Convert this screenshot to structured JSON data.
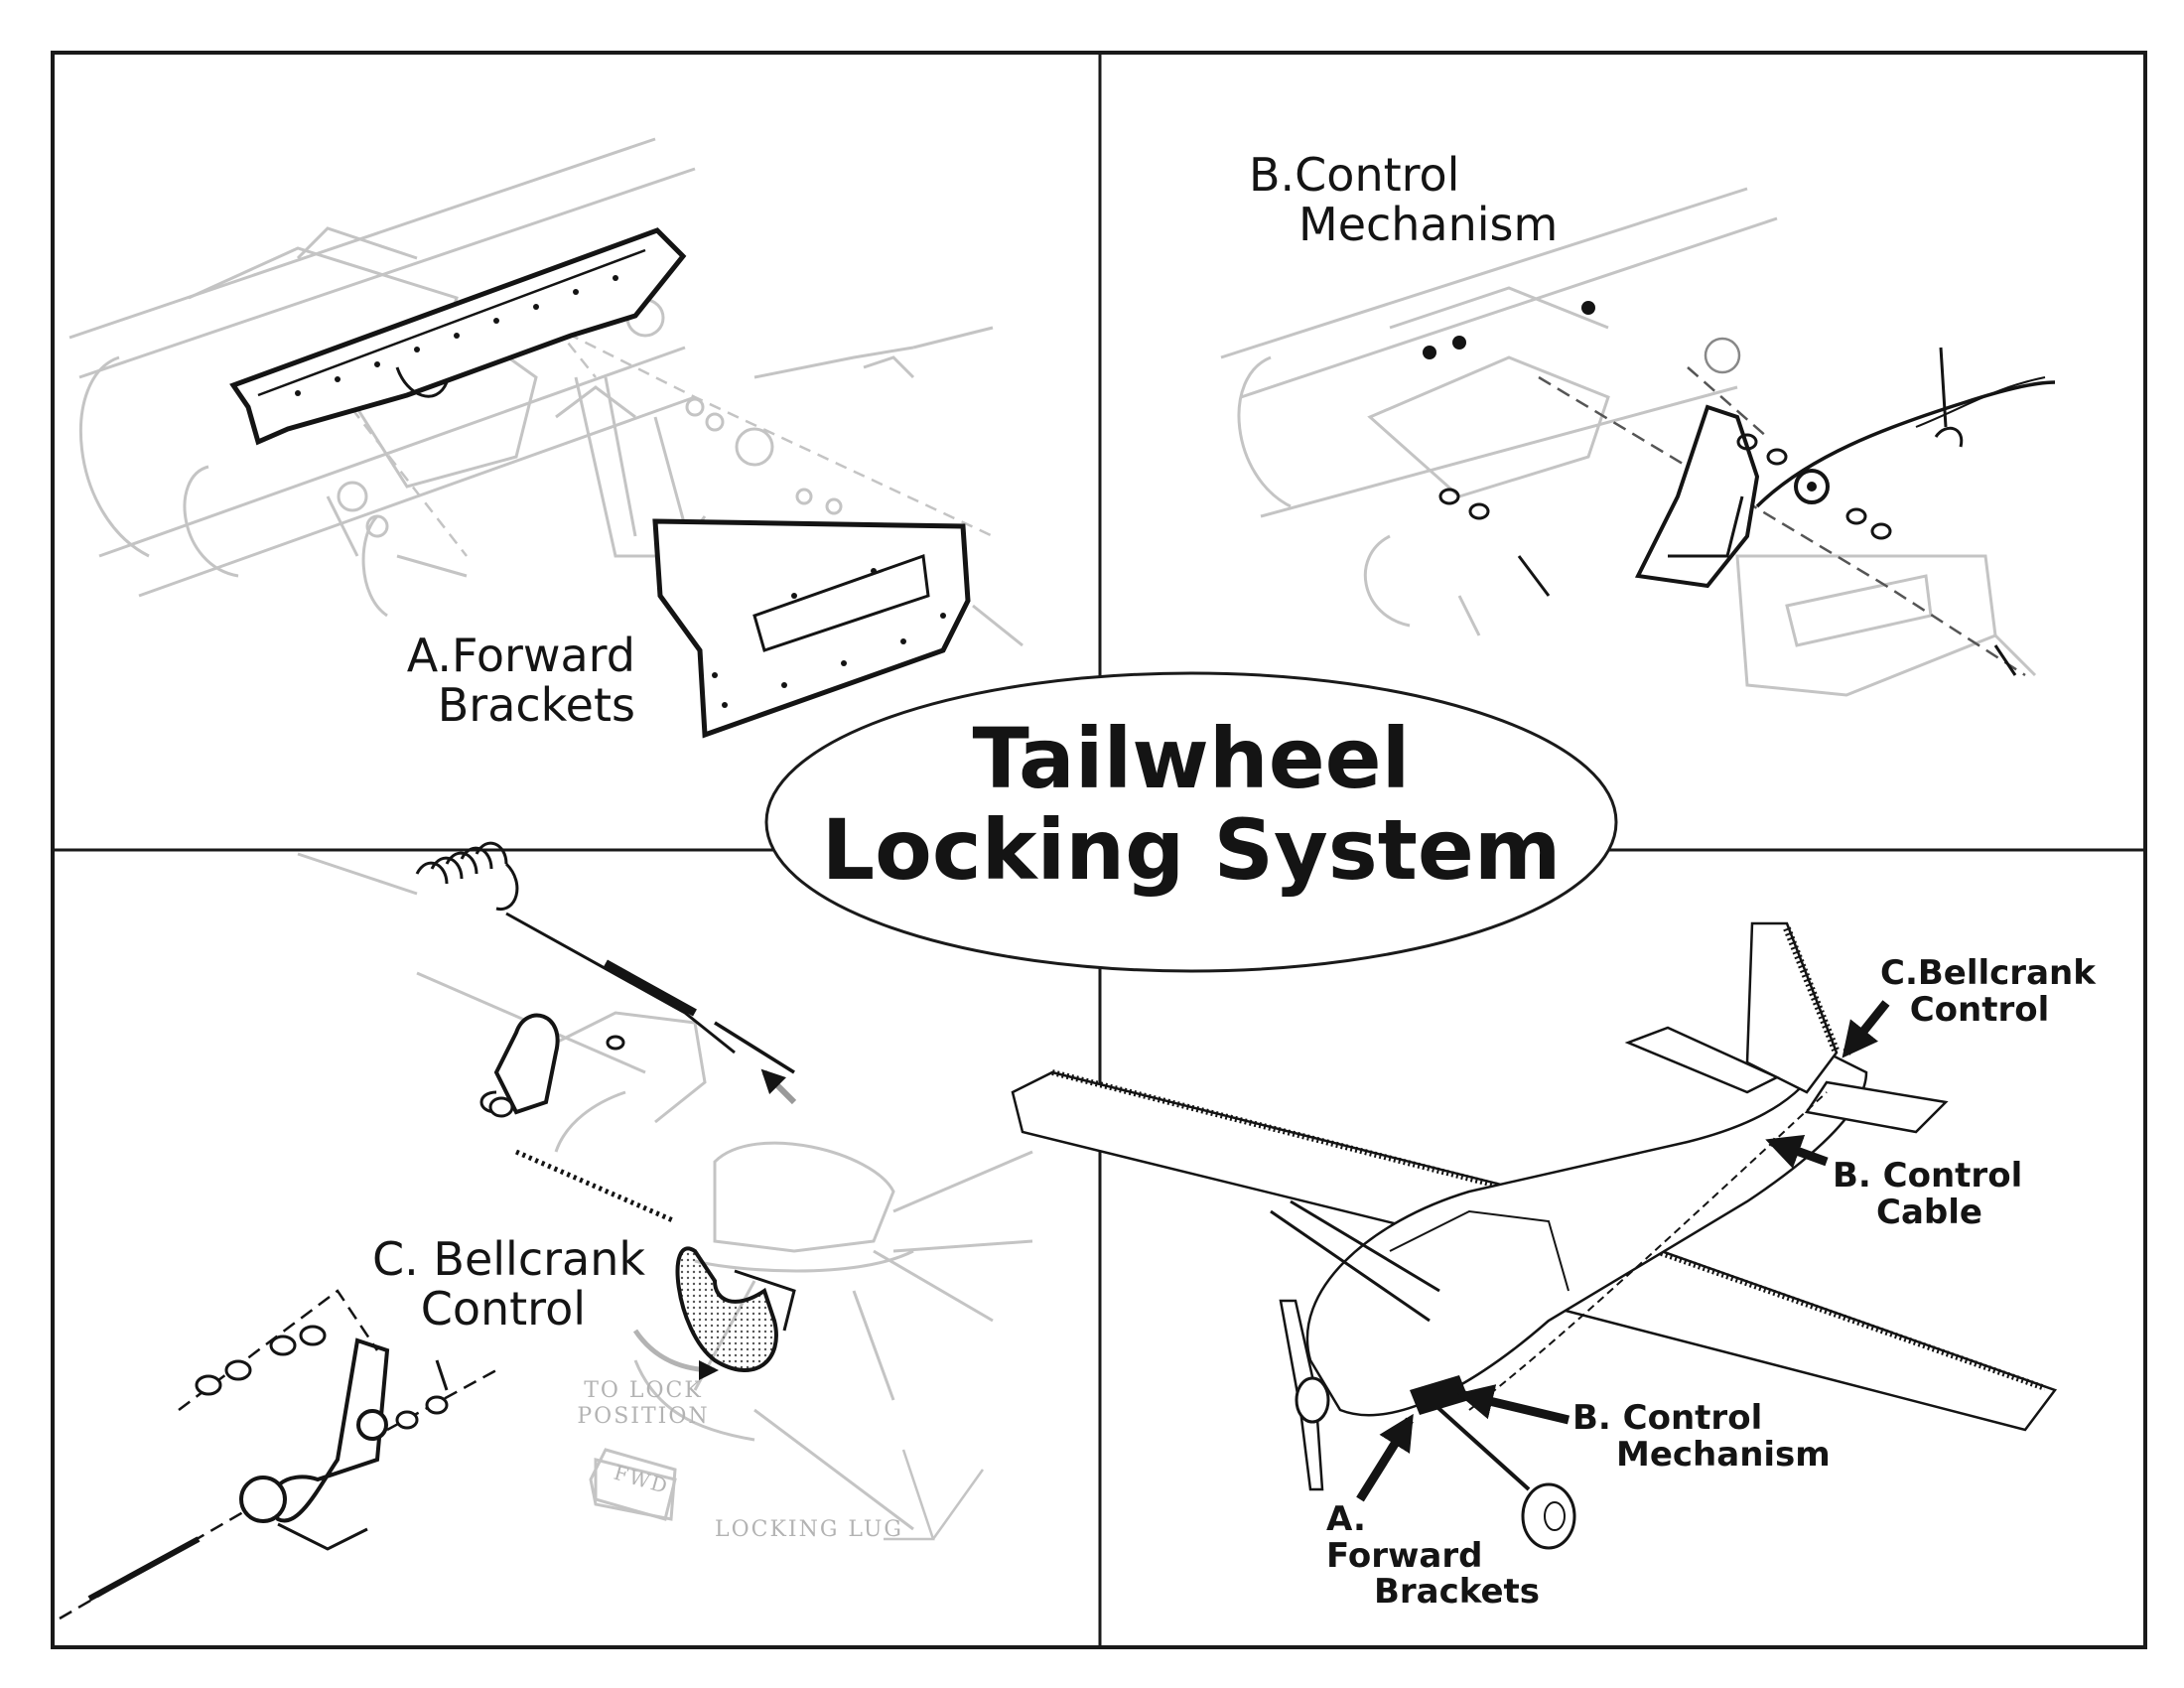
{
  "title": {
    "line1": "Tailwheel",
    "line2": "Locking System"
  },
  "panels": {
    "forward_brackets": {
      "line1": "A.Forward",
      "line2": "Brackets"
    },
    "control_mechanism": {
      "line1": "B.Control",
      "line2": "Mechanism"
    },
    "bellcrank_control": {
      "line1": "C. Bellcrank",
      "line2": "Control"
    }
  },
  "bellcrank_detail": {
    "to_lock_line1": "TO LOCK",
    "to_lock_line2": "POSITION",
    "locking_lug": "LOCKING LUG",
    "fwd": "FWD"
  },
  "aircraft_callouts": {
    "bellcrank": {
      "line1": "C.Bellcrank",
      "line2": "Control"
    },
    "control_cable": {
      "line1": "B. Control",
      "line2": "Cable"
    },
    "control_mechanism": {
      "line1": "B. Control",
      "line2": "Mechanism"
    },
    "forward_brackets": {
      "line1": "A. Forward",
      "line2": "Brackets"
    }
  },
  "colors": {
    "ink": "#141414",
    "ghost": "#b3b3b3",
    "frame": "#1a1a1a",
    "background": "#ffffff"
  }
}
